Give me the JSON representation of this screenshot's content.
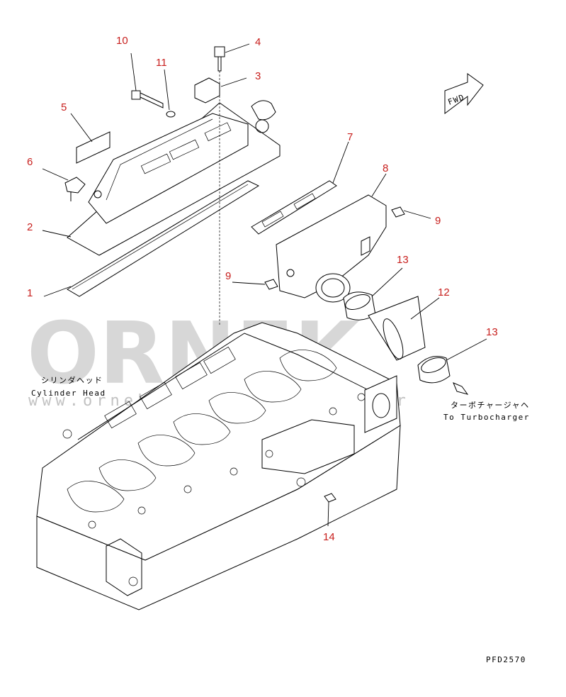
{
  "callouts": [
    {
      "label": "1"
    },
    {
      "label": "2"
    },
    {
      "label": "3"
    },
    {
      "label": "4"
    },
    {
      "label": "5"
    },
    {
      "label": "6"
    },
    {
      "label": "7"
    },
    {
      "label": "8"
    },
    {
      "label": "9"
    },
    {
      "label": "9"
    },
    {
      "label": "10"
    },
    {
      "label": "11"
    },
    {
      "label": "12"
    },
    {
      "label": "13"
    },
    {
      "label": "13"
    },
    {
      "label": "14"
    }
  ],
  "fwd_label": "FWD",
  "cylinder_head_jp": "シリンダヘッド",
  "cylinder_head_en": "Cylinder Head",
  "turbo_jp": "ターボチャージャヘ",
  "turbo_en": "To Turbocharger",
  "drawing_code": "PFD2570",
  "watermark": {
    "brand": "ORNEK",
    "url": "www.ornekismakinalari.com.tr",
    "color": "#b8b8b8"
  },
  "colors": {
    "callout": "#c8201e",
    "line": "#000000"
  }
}
